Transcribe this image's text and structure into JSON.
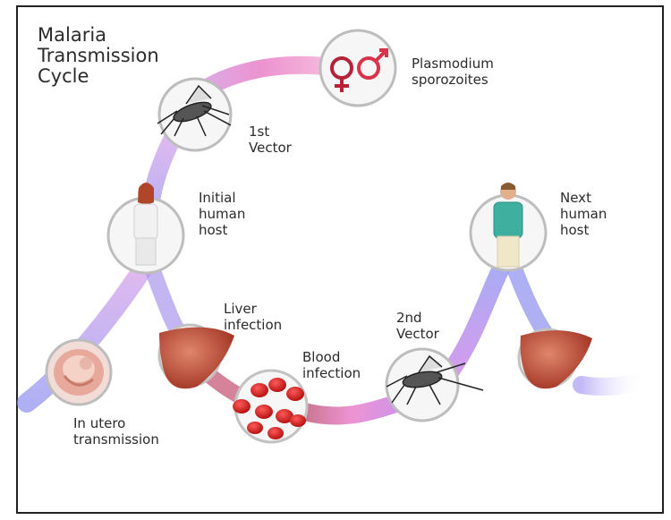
{
  "title": "Malaria\nTransmission\nCycle",
  "labels": {
    "sporozoites": "Plasmodium\nsporozoites",
    "first_vector": "1st\nVector",
    "initial_host": "Initial\nhuman\nhost",
    "liver": "Liver\ninfection",
    "blood": "Blood\ninfection",
    "second_vector": "2nd\nVector",
    "next_host": "Next\nhuman\nhost",
    "in_utero": "In utero\ntransmission"
  },
  "colors": {
    "path_pink": "#e86fc4",
    "path_purple": "#b98ce6",
    "path_blue": "#8d8ff0",
    "blood_red": "#d61a1a",
    "liver": "#b5462f"
  },
  "icons": {
    "sporozoites": "female-male-symbols-icon",
    "vector": "mosquito-icon",
    "host": "human-figure-icon",
    "liver": "liver-icon",
    "blood": "red-blood-cells-icon",
    "in_utero": "fetus-icon"
  }
}
